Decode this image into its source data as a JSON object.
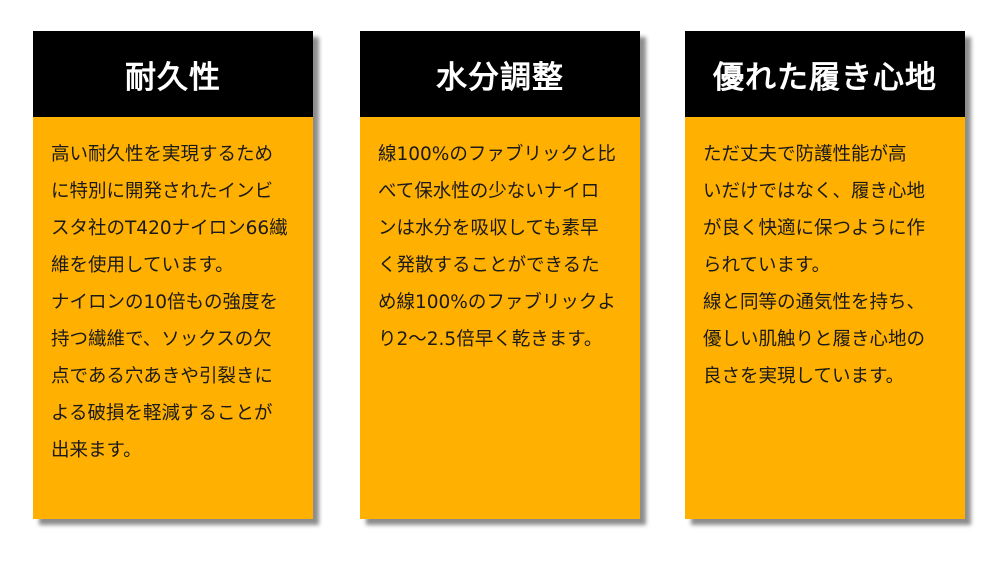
{
  "cards": [
    {
      "title": "耐久性",
      "lines": [
        "高い耐久性を実現するため",
        "に特別に開発されたインビ",
        "スタ社のT420ナイロン66繊",
        "維を使用しています。",
        "ナイロンの10倍もの強度を",
        "持つ繊維で、ソックスの欠",
        "点である穴あきや引裂きに",
        "よる破損を軽減することが",
        "出来ます。"
      ]
    },
    {
      "title": "水分調整",
      "lines": [
        "線100%のファブリックと比",
        "べて保水性の少ないナイロ",
        "ンは水分を吸収しても素早",
        "く発散することができるた",
        "め線100%のファブリックよ",
        "り2～2.5倍早く乾きます。"
      ]
    },
    {
      "title": "優れた履き心地",
      "lines": [
        "ただ丈夫で防護性能が高",
        "いだけではなく、履き心地",
        "が良く快適に保つように作",
        "られています。",
        "線と同等の通気性を持ち、",
        "優しい肌触りと履き心地の",
        "良さを実現しています。"
      ]
    }
  ],
  "colors": {
    "header_bg": "#000000",
    "header_text": "#ffffff",
    "card_bg": "#FFB000",
    "body_text": "#1a1a1a"
  }
}
